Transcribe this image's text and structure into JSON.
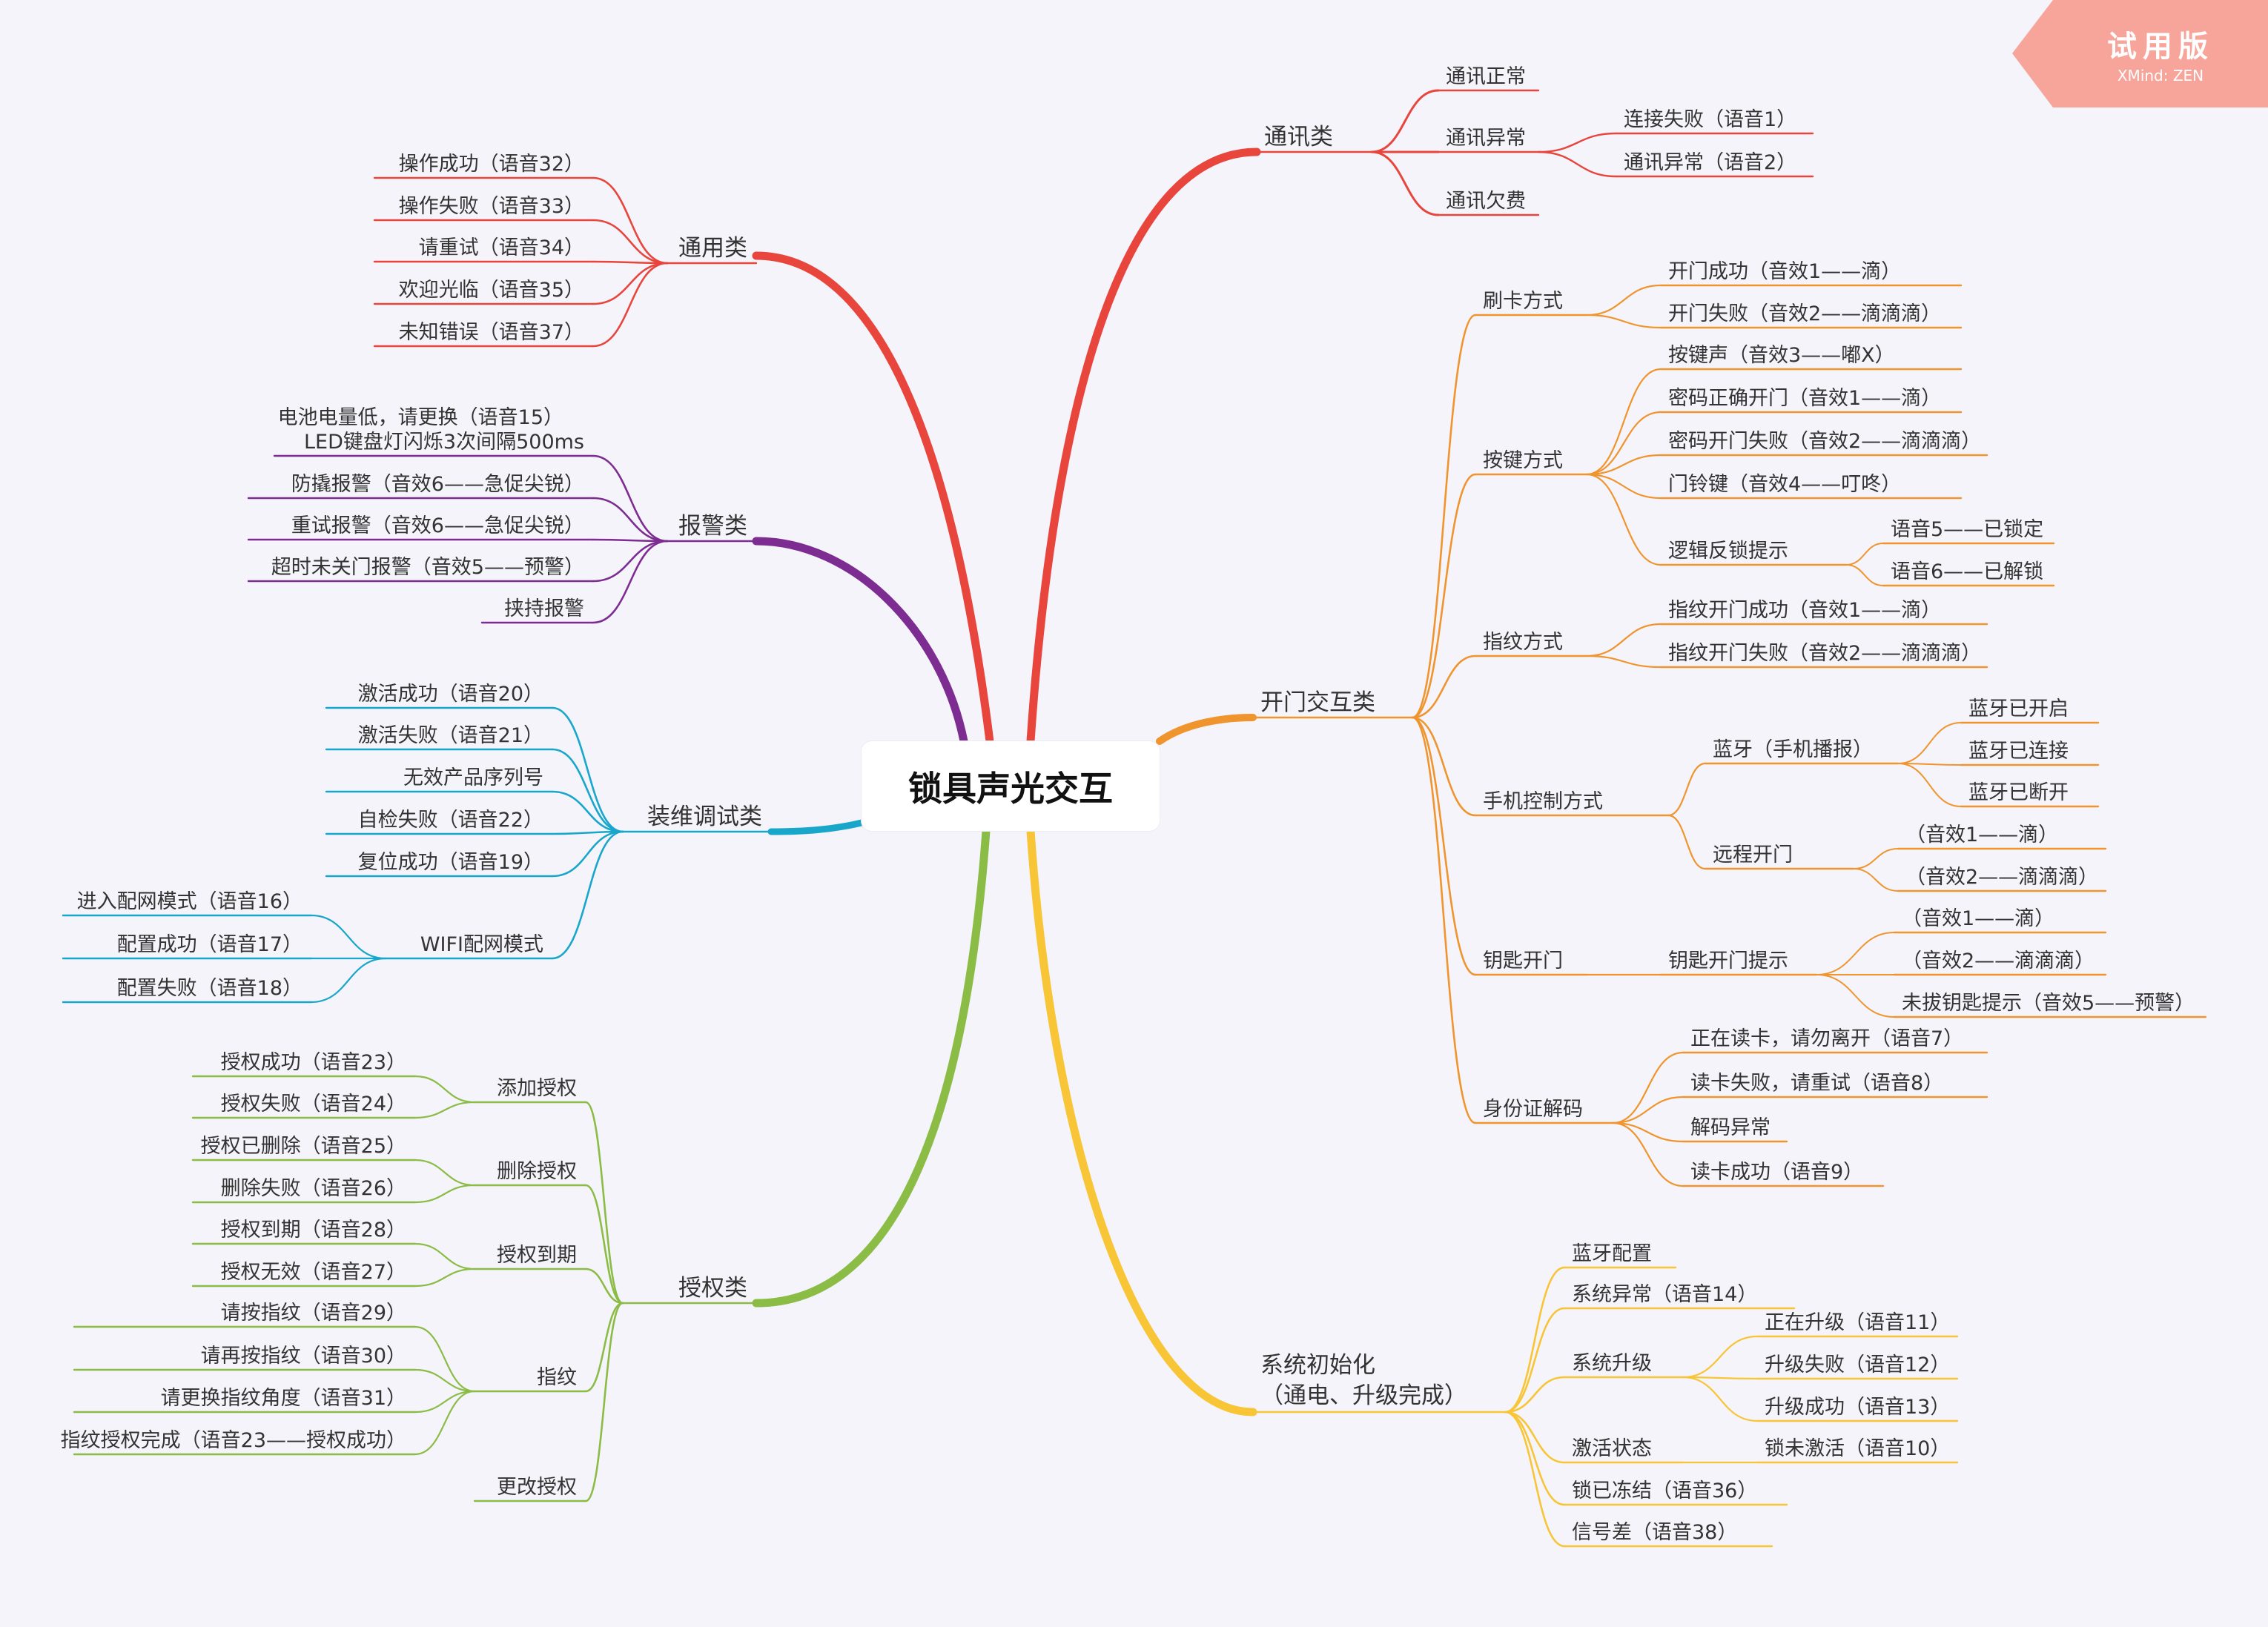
{
  "root": "锁具声光交互",
  "watermark": {
    "title": "试用版",
    "subtitle": "XMind: ZEN"
  },
  "colors": {
    "communication": "#e8453c",
    "general": "#e8453c",
    "alarm": "#7d2c91",
    "install": "#19a6cb",
    "auth": "#8bbc45",
    "door": "#f0952e",
    "init": "#f8c536",
    "highlight": "#e8a17a",
    "warning": "#f09898",
    "watermark": "#f7a59b"
  },
  "branches": {
    "comm": {
      "label": "通讯类",
      "children": {
        "normal": "通讯正常",
        "abnormal": "通讯异常",
        "abnormal_children": [
          "连接失败（语音1）",
          "通讯异常（语音2）"
        ],
        "arrears": "通讯欠费"
      }
    },
    "general": {
      "label": "通用类",
      "children": [
        "操作成功（语音32）",
        "操作失败（语音33）",
        "请重试（语音34）",
        "欢迎光临（语音35）",
        "未知错误（语音37）"
      ]
    },
    "alarm": {
      "label": "报警类",
      "children": [
        "电池电量低，请更换（语音15）",
        "LED键盘灯闪烁3次间隔500ms",
        "防撬报警（音效6——急促尖锐）",
        "重试报警（音效6——急促尖锐）",
        "超时未关门报警（音效5——预警）",
        "挟持报警"
      ]
    },
    "install": {
      "label": "装维调试类",
      "children": [
        "激活成功（语音20）",
        "激活失败（语音21）",
        "无效产品序列号",
        "自检失败（语音22）",
        "复位成功（语音19）"
      ],
      "wifi": {
        "label": "WIFI配网模式",
        "children": [
          "进入配网模式（语音16）",
          "配置成功（语音17）",
          "配置失败（语音18）"
        ]
      }
    },
    "auth": {
      "label": "授权类",
      "add": {
        "label": "添加授权",
        "children": [
          "授权成功（语音23）",
          "授权失败（语音24）"
        ]
      },
      "delete": {
        "label": "删除授权",
        "children": [
          "授权已删除（语音25）",
          "删除失败（语音26）"
        ]
      },
      "expire": {
        "label": "授权到期",
        "children": [
          "授权到期（语音28）",
          "授权无效（语音27）"
        ]
      },
      "finger": {
        "label": "指纹",
        "children": [
          "请按指纹（语音29）",
          "请再按指纹（语音30）",
          "请更换指纹角度（语音31）",
          "指纹授权完成（语音23——授权成功）"
        ]
      },
      "change": "更改授权"
    },
    "door": {
      "label": "开门交互类",
      "card": {
        "label": "刷卡方式",
        "children": [
          "开门成功（音效1——滴）",
          "开门失败（音效2——滴滴滴）"
        ]
      },
      "key": {
        "label": "按键方式",
        "children": [
          "按键声（音效3——嘟X）",
          "密码正确开门（音效1——滴）",
          "密码开门失败（音效2——滴滴滴）",
          "门铃键（音效4——叮咚）"
        ],
        "logic": {
          "label": "逻辑反锁提示",
          "children": [
            "语音5——已锁定",
            "语音6——已解锁"
          ]
        }
      },
      "finger": {
        "label": "指纹方式",
        "children": [
          "指纹开门成功（音效1——滴）",
          "指纹开门失败（音效2——滴滴滴）"
        ]
      },
      "phone": {
        "label": "手机控制方式",
        "bt": {
          "label": "蓝牙（手机播报）",
          "children": [
            "蓝牙已开启",
            "蓝牙已连接",
            "蓝牙已断开"
          ]
        },
        "remote": {
          "label": "远程开门",
          "children": [
            "（音效1——滴）",
            "（音效2——滴滴滴）"
          ]
        }
      },
      "keyopen": {
        "label": "钥匙开门",
        "tip": {
          "label": "钥匙开门提示",
          "children": [
            "（音效1——滴）",
            "（音效2——滴滴滴）",
            "未拔钥匙提示（音效5——预警）"
          ]
        }
      },
      "id": {
        "label": "身份证解码",
        "children": [
          "正在读卡，请勿离开（语音7）",
          "读卡失败，请重试（语音8）",
          "解码异常",
          "读卡成功（语音9）"
        ]
      }
    },
    "init": {
      "label_line1": "系统初始化",
      "label_line2": "（通电、升级完成）",
      "bt": "蓝牙配置",
      "sys_err": "系统异常（语音14）",
      "upgrade": {
        "label": "系统升级",
        "children": [
          "正在升级（语音11）",
          "升级失败（语音12）",
          "升级成功（语音13）"
        ]
      },
      "activate": {
        "label": "激活状态",
        "child": "锁未激活（语音10）"
      },
      "frozen": "锁已冻结（语音36）",
      "signal": "信号差（语音38）"
    }
  }
}
